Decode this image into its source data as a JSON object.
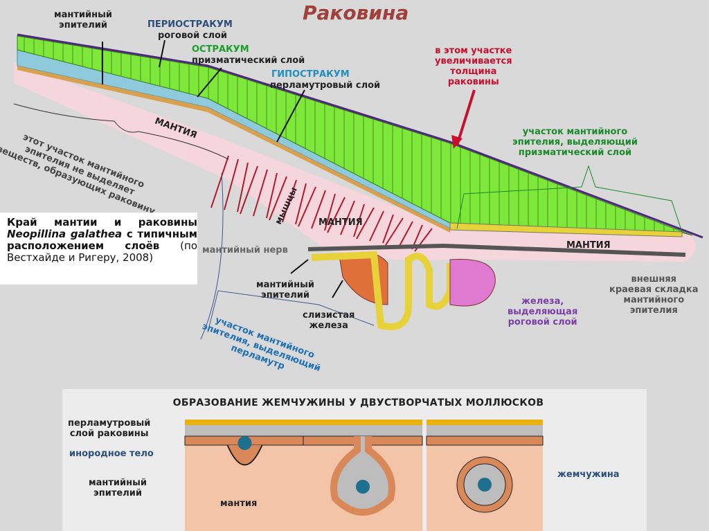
{
  "title": "Раковина",
  "labels": {
    "mantle_epithelium_top": "мантийный\nэпителий",
    "periostracum": "ПЕРИОСТРАКУМ",
    "periostracum_sub": "роговой слой",
    "ostracum": "ОСТРАКУМ",
    "ostracum_sub": "призматический слой",
    "hypostracum": "ГИПОСТРАКУМ",
    "hypostracum_sub": "перламутровый слой",
    "thickness_note": "в этом участке\nувеличивается\nтолщина\nраковины",
    "prismatic_zone": "участок мантийного\nэпителия, выделяющий\nпризматический слой",
    "non_secreting": "этот участок мантийного\nэпителия не выделяет\nвеществ, образующих раковину",
    "mantle_1": "МАНТИЯ",
    "mantle_2": "МАНТИЯ",
    "mantle_3": "МАНТИЯ",
    "muscles": "мышцы",
    "mantle_nerve": "мантийный нерв",
    "mantle_epithelium_bottom": "мантийный\nэпителий",
    "mucous_gland": "слизистая\nжелеза",
    "nacre_zone": "участок мантийного\nэпителия, выделяющий\nперламутр",
    "horn_gland": "железа,\nвыделяющая\nроговой слой",
    "outer_fold": "внешняя\nкраевая складка\nмантийного\nэпителия"
  },
  "caption": {
    "line1": "Край мантии и раковины",
    "species": "Neopillina galathea",
    "rest_bold": " с типичным расположением слоёв",
    "ref": " (по Вестхайде и Ригеру, 2008)"
  },
  "pearl": {
    "title": "ОБРАЗОВАНИЕ ЖЕМЧУЖИНЫ У ДВУСТВОРЧАТЫХ МОЛЛЮСКОВ",
    "nacre_layer": "перламутровый\nслой раковины",
    "foreign_body": "инородное тело",
    "epithelium": "мантийный\nэпителий",
    "mantle": "мантия",
    "pearl": "жемчужина"
  },
  "colors": {
    "periostracum": "#4b2a7a",
    "ostracum": "#7de83a",
    "hypostracum": "#3aa0c8",
    "mantle": "#f5d6dc",
    "title": "#a0403a",
    "nacre_text": "#1f6fb5",
    "prism_text": "#1a8a2a",
    "horn_text": "#7b3fa8"
  }
}
